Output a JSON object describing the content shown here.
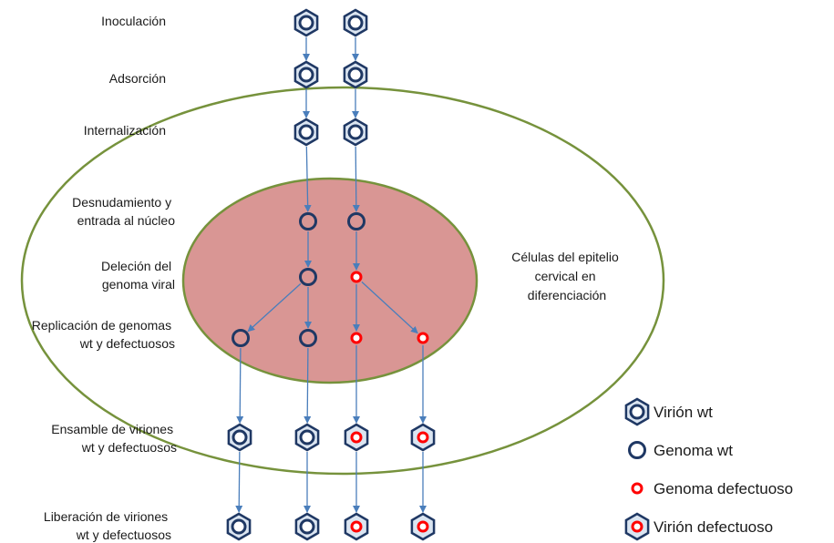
{
  "stages": [
    {
      "lines": [
        "Inoculación"
      ]
    },
    {
      "lines": [
        "Adsorción"
      ]
    },
    {
      "lines": [
        "Internalización"
      ]
    },
    {
      "lines": [
        "Desnudamiento y",
        "entrada al núcleo"
      ]
    },
    {
      "lines": [
        "Deleción del",
        "genoma viral"
      ]
    },
    {
      "lines": [
        "Replicación de genomas",
        "wt y defectuosos"
      ]
    },
    {
      "lines": [
        "Ensamble de viriones",
        "wt  y defectuosos"
      ]
    },
    {
      "lines": [
        "Liberación de viriones",
        "wt  y defectuosos"
      ]
    }
  ],
  "cell_label": [
    "Células del epitelio",
    "cervical en",
    "diferenciación"
  ],
  "legend": [
    {
      "icon": "virion-wt-icon",
      "label": "Virión wt"
    },
    {
      "icon": "genome-wt-icon",
      "label": "Genoma wt"
    },
    {
      "icon": "genome-defective-icon",
      "label": "Genoma defectuoso"
    },
    {
      "icon": "virion-defective-icon",
      "label": "Virión defectuoso"
    }
  ],
  "colors": {
    "cell_outline": "#76923c",
    "nucleus_fill": "#d99694",
    "nucleus_outline": "#76923c",
    "virion_blue": "#1f3864",
    "virion_fill": "#dbe5f1",
    "defective_red": "#ff0000",
    "arrow": "#4a7ebb"
  }
}
